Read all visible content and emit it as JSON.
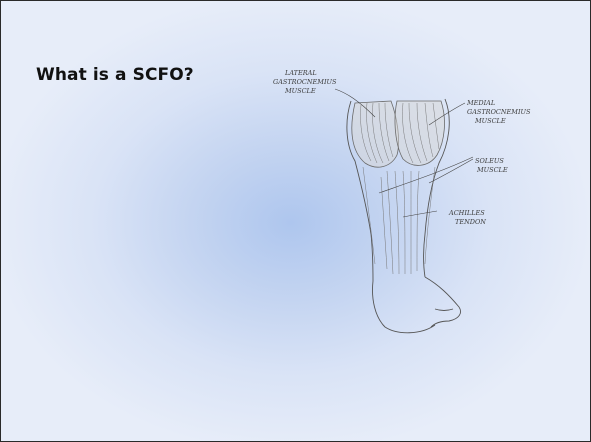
{
  "slide": {
    "title": "What is a SCFO?"
  },
  "diagram": {
    "labels": {
      "lateral_gastrocnemius": [
        "LATERAL",
        "GASTROCNEMIUS",
        "MUSCLE"
      ],
      "medial_gastrocnemius": [
        "MEDIAL",
        "GASTROCNEMIUS",
        "MUSCLE"
      ],
      "soleus": [
        "SOLEUS",
        "MUSCLE"
      ],
      "achilles": [
        "ACHILLES",
        "TENDON"
      ]
    }
  },
  "colors": {
    "frame_border": "#2a2a2a",
    "background_center": "#aec6ee",
    "background_edge": "#e7edf9",
    "title_text": "#111111",
    "pencil": "#555555"
  }
}
